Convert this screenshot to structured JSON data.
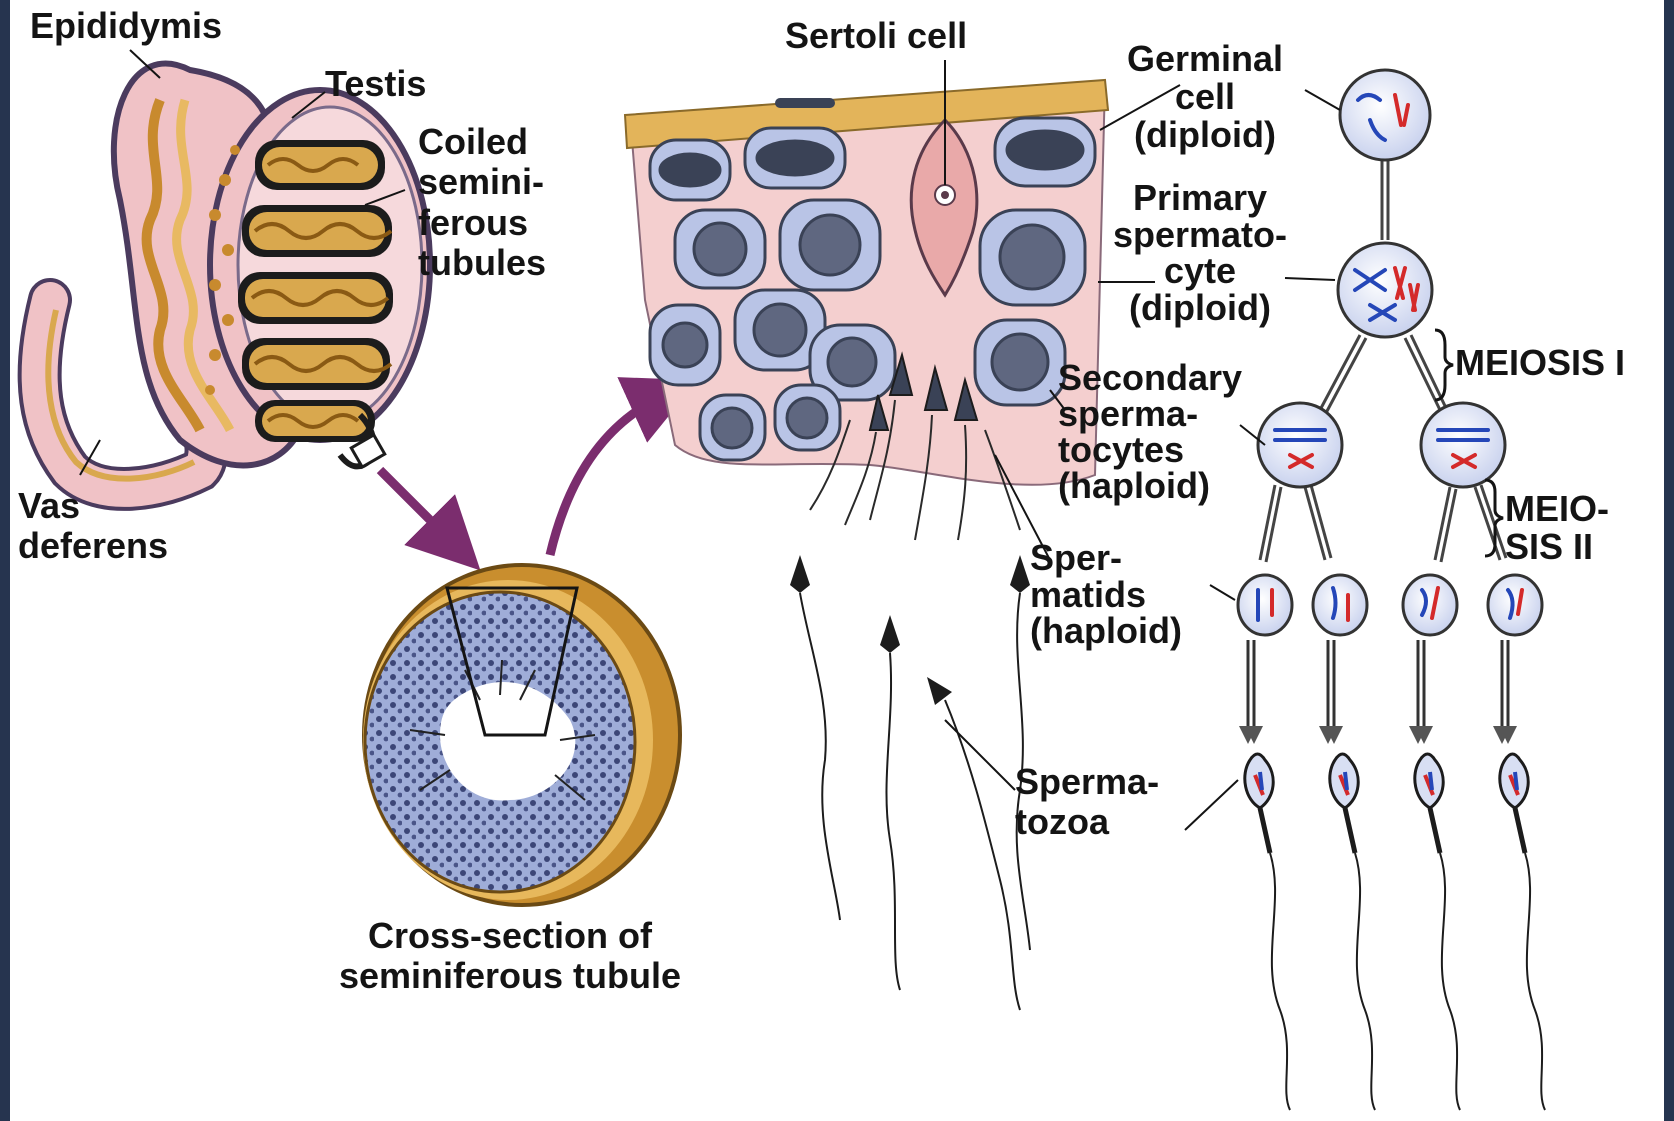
{
  "labels": {
    "epididymis": "Epididymis",
    "testis": "Testis",
    "coiled_tubules": "Coiled\nsemini-\nferous\ntubules",
    "vas_deferens": "Vas\ndeferens",
    "cross_section": "Cross-section of\nseminiferous tubule",
    "sertoli_cell": "Sertoli cell",
    "germinal_cell": "Germinal\ncell\n(diploid)",
    "primary_spermatocyte": "Primary\nspermato-\ncyte\n(diploid)",
    "secondary_spermatocytes": "Secondary\nsperma-\ntocytes\n(haploid)",
    "spermatids": "Sper-\nmatids\n(haploid)",
    "spermatozoa": "Sperma-\ntozoa",
    "meiosis_1": "MEIOSIS I",
    "meiosis_2": "MEIO-\nSIS II"
  },
  "colors": {
    "background_edge": "#26344f",
    "tissue_pink": "#f2c9c9",
    "tubule_gold": "#d9a84e",
    "cell_blue": "#b9c4e6",
    "nucleus_dark": "#3a4256",
    "chromosome_red": "#d42a2a",
    "chromosome_blue": "#2547b8",
    "arrow_purple": "#7b2d6e"
  }
}
